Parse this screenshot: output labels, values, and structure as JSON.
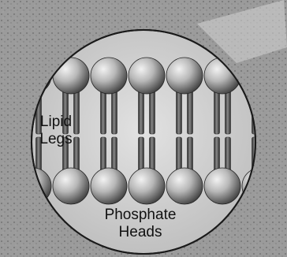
{
  "labels": {
    "lipid_legs": [
      "Lipid",
      "Legs"
    ],
    "phosphate_heads": [
      "Phosphate",
      "Heads"
    ]
  },
  "colors": {
    "background": "#9a9a9a",
    "circle_fill": "#d4d4d4",
    "circle_stroke": "#1a1a1a",
    "head_light": "#dcdcdc",
    "head_dark": "#3a3a3a",
    "leg_fill": "#5a5a5a",
    "leg_edge": "#2a2a2a",
    "text": "#111111"
  },
  "structure": {
    "type": "phospholipid bilayer (cross-section)",
    "molecules_visible": 7
  }
}
